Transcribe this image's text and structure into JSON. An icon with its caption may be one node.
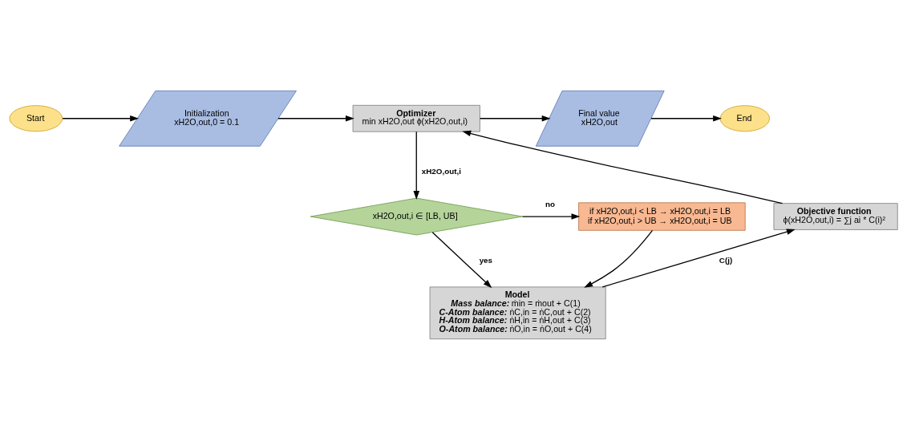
{
  "diagram": {
    "nodes": [
      {
        "text": [
          "Start"
        ]
      },
      {
        "text": [
          "Initialization",
          "xH2O,out,0 = 0.1"
        ]
      },
      {
        "text": [
          "Optimizer",
          "min xH2O,out ϕ(xH2O,out,i)"
        ]
      },
      {
        "text": [
          "Final value",
          "xH2O,out"
        ]
      },
      {
        "text": [
          "End"
        ]
      },
      {
        "text": [
          "xH2O,out,i ∈ [LB, UB]"
        ]
      },
      {
        "text": [
          "if xH2O,out,i < LB → xH2O,out,i = LB",
          "if xH2O,out,i > UB → xH2O,out,i = UB"
        ]
      },
      {
        "text": [
          "Objective function",
          "ϕ(xH2O,out,i) = ∑j ai * C(i)²"
        ]
      },
      {
        "text": [
          "Model",
          "**Mass balance:** ṁin = ṁout + C(1)",
          "**C-Atom balance:** ṅC,in = ṅC,out + C(2)",
          "**H-Atom balance:** ṅH,in = ṅH,out + C(3)",
          "**O-Atom balance:** ṅO,in = ṅO,out + C(4)"
        ]
      }
    ],
    "edges": [
      {
        "from": 0,
        "to": 1,
        "arrow": "to"
      },
      {
        "from": 1,
        "to": 2,
        "arrow": "to"
      },
      {
        "from": 2,
        "to": 3,
        "arrow": "to"
      },
      {
        "from": 3,
        "to": 4,
        "arrow": "to"
      },
      {
        "from": 2,
        "to": 5,
        "arrow": "to",
        "label": "xH2O,out,i"
      },
      {
        "from": 5,
        "to": 6,
        "arrow": "to",
        "label": "no"
      },
      {
        "from": 5,
        "to": 8,
        "arrow": "to",
        "label": "yes"
      },
      {
        "from": 6,
        "to": 8,
        "arrow": "to"
      },
      {
        "from": 8,
        "to": 7,
        "arrow": "to",
        "label": "C(j)"
      },
      {
        "from": 7,
        "to": 2,
        "arrow": "to"
      }
    ]
  }
}
